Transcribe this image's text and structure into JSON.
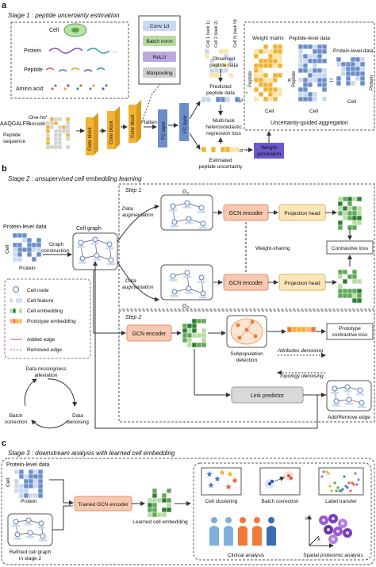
{
  "panel_a": {
    "letter": "a",
    "title": "Stage 1 : peptide uncertainty estimation",
    "cell": "Cell",
    "protein": "Protein",
    "peptide": "Peptide",
    "amino_acid": "Amino acid",
    "ellipsis": "...",
    "sequence": "AAQGALFR",
    "onehot": [
      "One-hot",
      "encoding"
    ],
    "peptide_sequence": [
      "Peptide",
      "sequence"
    ],
    "conv_block": "Conv block",
    "flatten": "Flatten",
    "fc_layer": "FC layer",
    "legend": [
      "Conv 1d",
      "Batch norm",
      "ReLU",
      "Maxpooling"
    ],
    "task_labels": [
      "Cell 1 (task 1)",
      "Cell 2 (task 2)",
      "Cell N (task N)"
    ],
    "observed": [
      "Observed",
      "peptide data"
    ],
    "predicted": [
      "Predicted",
      "peptide data"
    ],
    "mu": "μ",
    "sigma": "σ",
    "multitask": [
      "Multi-task",
      "heteroscedastic",
      "regression loss"
    ],
    "estimated": [
      "Estimated",
      "peptide uncertainty"
    ],
    "weight_generation": [
      "Weight",
      "generation"
    ],
    "weight_matrix": "Weight matrix",
    "peptide_level": "Peptide-level data",
    "protein_level": "Protein-level data",
    "times": "×",
    "equals": "=",
    "cell_axis": "Cell",
    "peptide_axis": "Peptide",
    "protein_axis": "Protein",
    "aggregation": "Uncertainty-guided aggregation"
  },
  "panel_b": {
    "letter": "b",
    "title": "Stage 2 : unsupervised cell embedding learning",
    "step1": "Step 1",
    "step2": "Step 2",
    "protein_level": "Protein-level data",
    "cell_axis": "Cell",
    "protein_axis": "Protein",
    "graph_construction": [
      "Graph",
      "construction"
    ],
    "cell_graph": "Cell graph",
    "data_augmentation": [
      "Data",
      "augmentation"
    ],
    "g1": "G",
    "g1_sub": "1",
    "g2": "G",
    "g2_sub": "2",
    "gcn_encoder": "GCN encoder",
    "projection_head": "Projection head",
    "weight_sharing": "Weight-sharing",
    "contrastive_loss": "Contrastive loss",
    "legend": [
      "Cell node",
      "Cell feature",
      "Cell embedding",
      "Prototype embedding",
      "Added edge",
      "Removed edge"
    ],
    "subpopulation": [
      "Subpopulation",
      "detection"
    ],
    "attributes_denoising": "Attributes denoising",
    "prototype_loss": [
      "Prototype",
      "contrastive loss"
    ],
    "topology_denoising": "Topology denoising",
    "link_predictor": "Link predictor",
    "add_remove": "Add/Remove edge",
    "cycle": [
      "Data missingness",
      "alleviation",
      "Batch",
      "correction",
      "Data",
      "denoising"
    ]
  },
  "panel_c": {
    "letter": "c",
    "title": "Stage 3 : downstream analysis with learned cell embedding",
    "protein_level": "Protein-level data",
    "cell_axis": "Cell",
    "protein_axis": "Protein",
    "refined": [
      "Refined cell graph",
      "in stage 2"
    ],
    "trained_gcn": "Trained GCN encoder",
    "learned": "Learned cell embedding",
    "apps": [
      "Cell clustering",
      "Batch correction",
      "Label transfer",
      "Clinical analysis",
      "Spatial proteomic analysis"
    ],
    "axis_x": "X",
    "axis_y": "Y"
  },
  "colors": {
    "gold": "#f2b233",
    "blue": "#6b8ec9",
    "lightblue": "#c9d8ef",
    "green_dark": "#2f7d34",
    "green_light": "#b7dca0",
    "orange": "#f07a3a",
    "peach": "#f9d2b8",
    "purple": "#6a5acd"
  }
}
